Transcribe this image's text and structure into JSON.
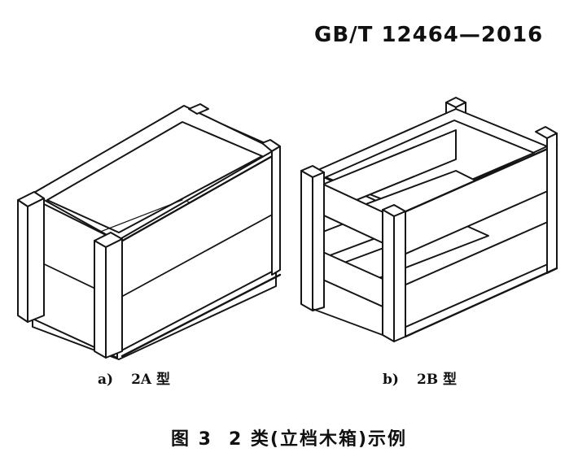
{
  "header": {
    "standard_number": "GB/T 12464—2016"
  },
  "subfigures": [
    {
      "label": "a)",
      "caption": "2A 型"
    },
    {
      "label": "b)",
      "caption": "2B 型"
    }
  ],
  "figure_caption": {
    "number": "图 3",
    "title": "2 类(立档木箱)示例"
  }
}
